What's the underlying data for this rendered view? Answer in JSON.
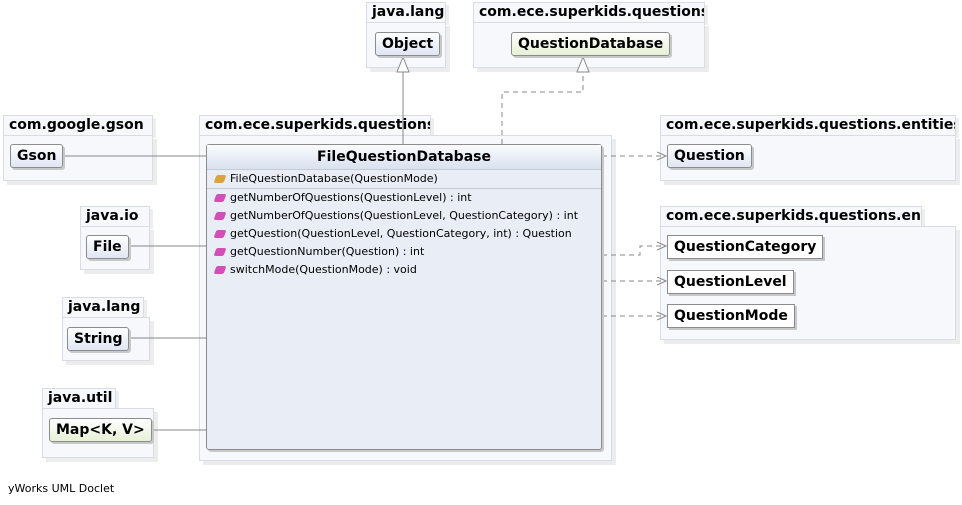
{
  "packages": {
    "java_lang_top": "java.lang",
    "questions_top": "com.ece.superkids.questions",
    "gson": "com.google.gson",
    "questions_main": "com.ece.superkids.questions",
    "entities": "com.ece.superkids.questions.entities",
    "enums": "com.ece.superkids.questions.enums",
    "java_io": "java.io",
    "java_lang_left": "java.lang",
    "java_util": "java.util"
  },
  "classes": {
    "object": "Object",
    "question_database": "QuestionDatabase",
    "gson": "Gson",
    "file": "File",
    "string": "String",
    "map": "Map<K, V>",
    "question": "Question",
    "question_category": "QuestionCategory",
    "question_level": "QuestionLevel",
    "question_mode": "QuestionMode"
  },
  "main_class": {
    "name": "FileQuestionDatabase",
    "constructor": "FileQuestionDatabase(QuestionMode)",
    "methods": [
      "getNumberOfQuestions(QuestionLevel) : int",
      "getNumberOfQuestions(QuestionLevel, QuestionCategory) : int",
      "getQuestion(QuestionLevel, QuestionCategory, int) : Question",
      "getQuestionNumber(Question) : int",
      "switchMode(QuestionMode) : void"
    ]
  },
  "footer": "yWorks UML Doclet",
  "colors": {
    "package_bg": "#f7f8fc",
    "method_icon": "#d24fb7",
    "constructor_icon": "#d9a53a"
  }
}
